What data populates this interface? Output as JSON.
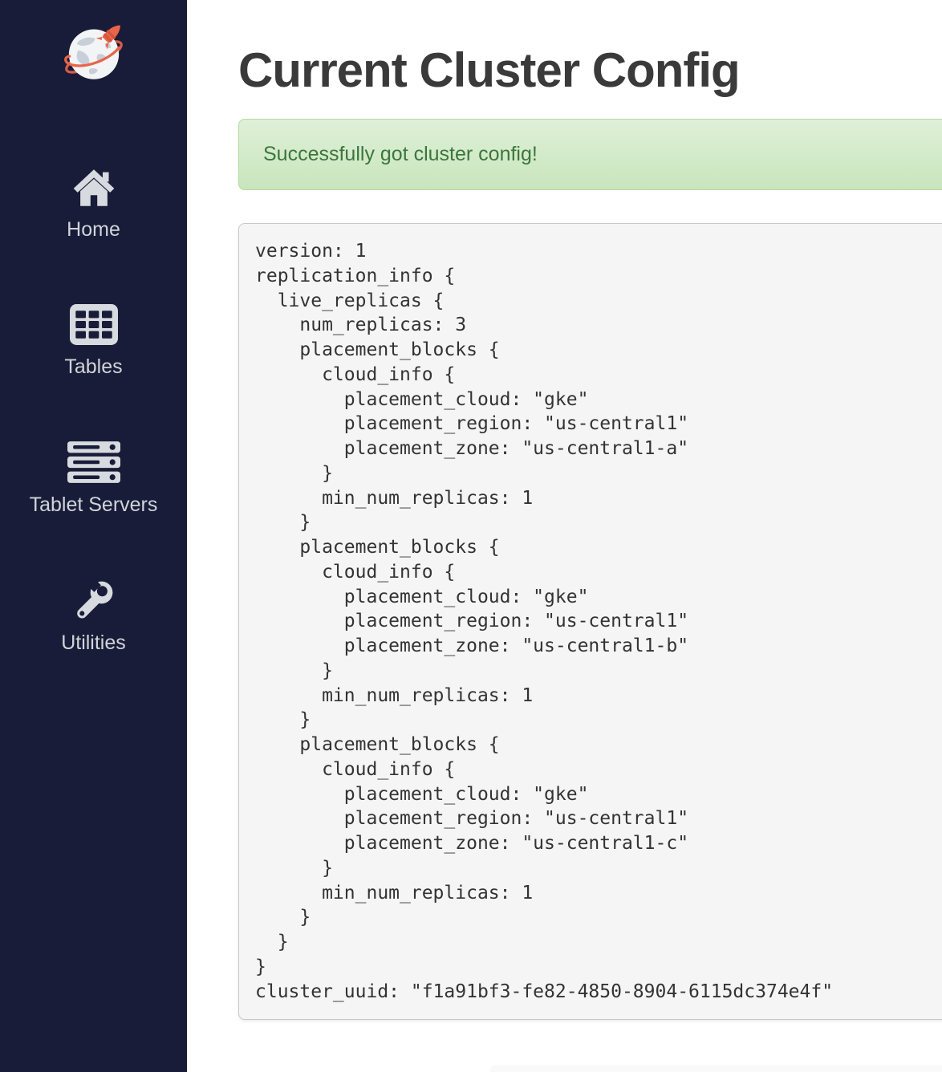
{
  "colors": {
    "sidebar-bg": "#181c38",
    "sidebar-text": "#d2d4da",
    "icon": "#d7dade",
    "accent-orange": "#e8654a",
    "alert-bg-top": "#dff0d8",
    "alert-bg-bottom": "#c8e5bc",
    "alert-border": "#b2dba1",
    "alert-text": "#3c763d",
    "code-bg": "#f5f5f5",
    "code-border": "#c8c8c8"
  },
  "sidebar": {
    "logo_name": "yugabyte-logo",
    "items": [
      {
        "label": "Home",
        "icon": "home-icon"
      },
      {
        "label": "Tables",
        "icon": "tables-icon"
      },
      {
        "label": "Tablet Servers",
        "icon": "servers-icon"
      },
      {
        "label": "Utilities",
        "icon": "wrench-icon"
      }
    ]
  },
  "main": {
    "title": "Current Cluster Config",
    "alert": {
      "message": "Successfully got cluster config!"
    },
    "config_lines": [
      "version: 1",
      "replication_info {",
      "  live_replicas {",
      "    num_replicas: 3",
      "    placement_blocks {",
      "      cloud_info {",
      "        placement_cloud: \"gke\"",
      "        placement_region: \"us-central1\"",
      "        placement_zone: \"us-central1-a\"",
      "      }",
      "      min_num_replicas: 1",
      "    }",
      "    placement_blocks {",
      "      cloud_info {",
      "        placement_cloud: \"gke\"",
      "        placement_region: \"us-central1\"",
      "        placement_zone: \"us-central1-b\"",
      "      }",
      "      min_num_replicas: 1",
      "    }",
      "    placement_blocks {",
      "      cloud_info {",
      "        placement_cloud: \"gke\"",
      "        placement_region: \"us-central1\"",
      "        placement_zone: \"us-central1-c\"",
      "      }",
      "      min_num_replicas: 1",
      "    }",
      "  }",
      "}",
      "cluster_uuid: \"f1a91bf3-fe82-4850-8904-6115dc374e4f\""
    ]
  }
}
